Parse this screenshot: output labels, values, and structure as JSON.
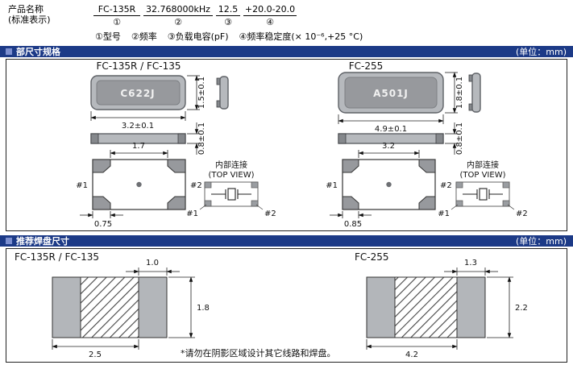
{
  "colors": {
    "section_bar": "#1c3a87",
    "section_marker": "#7c8fd0",
    "package_gray": "#b6b9bd",
    "lid_gray": "#97999d",
    "pad_gray": "#97999d",
    "land_pad_gray": "#b3b6ba"
  },
  "header": {
    "product_label": "产品名称",
    "product_label_sub": "(标准表示)",
    "values": [
      "FC-135R",
      "32.768000kHz",
      "12.5",
      "+20.0-20.0"
    ],
    "markers": [
      "①",
      "②",
      "③",
      "④"
    ],
    "legend": [
      "①型号",
      "②频率",
      "③负载电容(pF)",
      "④频率稳定度(× 10⁻⁶,+25 °C)"
    ]
  },
  "section_outline": {
    "title": "部尺寸规格",
    "unit": "(单位：mm)"
  },
  "outline": {
    "fc135": {
      "title": "FC-135R / FC-135",
      "marking": "C622J",
      "dim_body_width": "3.2±0.1",
      "dim_body_height": "1.5±0.1",
      "dim_body_thickness": "0.8±0.1",
      "dim_pad_gap": "1.7",
      "dim_pad_width": "0.75",
      "pin1": "#1",
      "pin2": "#2",
      "internal_label": "内部连接",
      "internal_view": "(TOP VIEW)"
    },
    "fc255": {
      "title": "FC-255",
      "marking": "A501J",
      "dim_body_width": "4.9±0.1",
      "dim_body_height": "1.8±0.1",
      "dim_body_thickness": "0.8±0.1",
      "dim_pad_gap": "3.2",
      "dim_pad_width": "0.85",
      "pin1": "#1",
      "pin2": "#2",
      "internal_label": "内部连接",
      "internal_view": "(TOP VIEW)"
    }
  },
  "section_land": {
    "title": "推荐焊盘尺寸",
    "unit": "(单位：mm)"
  },
  "land": {
    "fc135": {
      "title": "FC-135R / FC-135",
      "dim_pad_width": "1.0",
      "dim_pad_height": "1.8",
      "dim_pitch": "2.5"
    },
    "fc255": {
      "title": "FC-255",
      "dim_pad_width": "1.3",
      "dim_pad_height": "2.2",
      "dim_pitch": "4.2"
    },
    "note": "*请勿在阴影区域设计其它线路和焊盘。"
  }
}
